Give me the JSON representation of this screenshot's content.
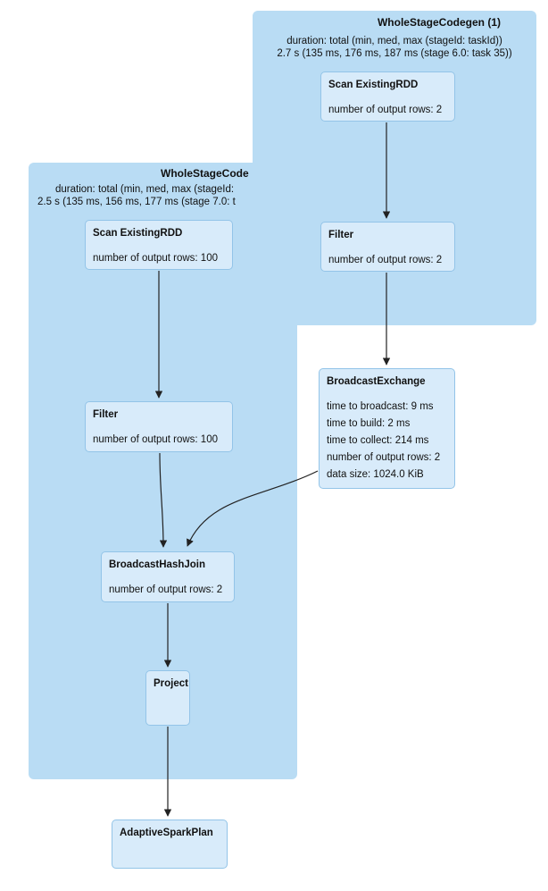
{
  "colors": {
    "cluster_bg": "#b9dcf4",
    "node_bg": "#d8ebfa",
    "node_border": "#93c4e8",
    "edge": "#222222",
    "text": "#111111"
  },
  "clusters": {
    "wsc1": {
      "title": "WholeStageCodegen (1)",
      "duration_line1": "duration: total (min, med, max (stageId: taskId))",
      "duration_line2": "2.7 s (135 ms, 176 ms, 187 ms (stage 6.0: task 35))"
    },
    "wsc2": {
      "title": "WholeStageCode",
      "duration_line1": "duration: total (min, med, max (stageId:",
      "duration_line2": "2.5 s (135 ms, 156 ms, 177 ms (stage 7.0: t"
    }
  },
  "nodes": {
    "scan_rdd_1": {
      "title": "Scan ExistingRDD",
      "metrics": [
        "number of output rows: 2"
      ]
    },
    "filter_1": {
      "title": "Filter",
      "metrics": [
        "number of output rows: 2"
      ]
    },
    "scan_rdd_2": {
      "title": "Scan ExistingRDD",
      "metrics": [
        "number of output rows: 100"
      ]
    },
    "filter_2": {
      "title": "Filter",
      "metrics": [
        "number of output rows: 100"
      ]
    },
    "broadcast_exchange": {
      "title": "BroadcastExchange",
      "metrics": [
        "time to broadcast: 9 ms",
        "time to build: 2 ms",
        "time to collect: 214 ms",
        "number of output rows: 2",
        "data size: 1024.0 KiB"
      ]
    },
    "broadcast_hash_join": {
      "title": "BroadcastHashJoin",
      "metrics": [
        "number of output rows: 2"
      ]
    },
    "project": {
      "title": "Project"
    },
    "adaptive_spark_plan": {
      "title": "AdaptiveSparkPlan"
    }
  }
}
